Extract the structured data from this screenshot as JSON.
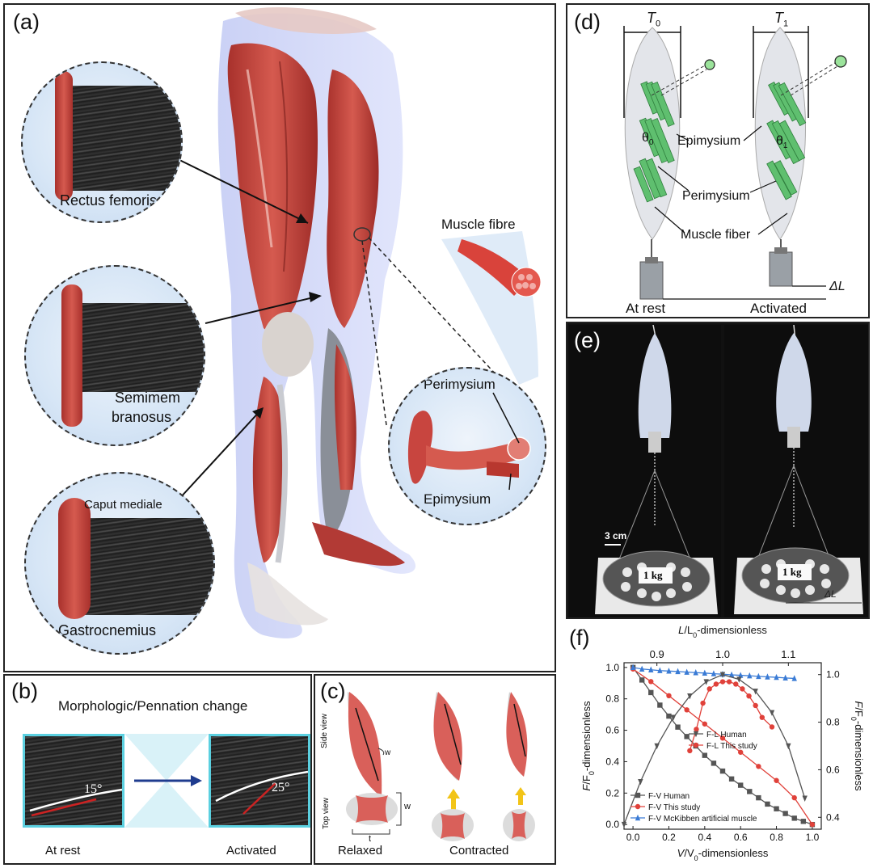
{
  "panels": {
    "a": {
      "label": "(a)",
      "insets": {
        "rectus": "Rectus femoris",
        "semi_line1": "Semimem",
        "semi_line2": "branosus",
        "caput": "Caput mediale",
        "gastro": "Gastrocnemius",
        "fibre": "Muscle fibre",
        "perimysium": "Perimysium",
        "epimysium": "Epimysium"
      }
    },
    "b": {
      "label": "(b)",
      "title": "Morphologic/Pennation change",
      "angle_rest": "15°",
      "angle_active": "25°",
      "caption_rest": "At rest",
      "caption_active": "Activated"
    },
    "c": {
      "label": "(c)",
      "side_view": "Side view",
      "top_view": "Top view",
      "w_side": "w",
      "w_top": "w",
      "t_top": "t",
      "relaxed": "Relaxed",
      "contracted": "Contracted"
    },
    "d": {
      "label": "(d)",
      "t0": "T",
      "t0_sub": "0",
      "t1": "T",
      "t1_sub": "1",
      "theta0": "θ",
      "theta0_sub": "0",
      "theta1": "θ",
      "theta1_sub": "1",
      "epimysium": "Epimysium",
      "perimysium": "Perimysium",
      "fiber": "Muscle fiber",
      "at_rest": "At rest",
      "activated": "Activated",
      "delta_l": "ΔL"
    },
    "e": {
      "label": "(e)",
      "scale": "3 cm",
      "weight_left": "1 kg",
      "weight_right": "1 kg",
      "delta_l": "ΔL"
    }
  },
  "colors": {
    "muscle": "#c8453f",
    "fiber_green": "#5fbf6f",
    "human_gray": "#555555",
    "study_red": "#e0413a",
    "mckibben_blue": "#3a7bd5",
    "us_frame": "#5bd0e0"
  },
  "chart_data": {
    "label": "(f)",
    "type": "line",
    "xlabel_bottom_var": "V",
    "xlabel_bottom_sub": "/V",
    "xlabel_bottom_sub0": "0",
    "xlabel_bottom_rest": "-dimensionless",
    "xlabel_top_var": "L",
    "xlabel_top_sub": "/L",
    "xlabel_top_sub0": "0",
    "xlabel_top_rest": "-dimensionless",
    "ylabel_left": "F/F0-dimensionless",
    "ylabel_right": "F/F0-dimensionless",
    "xlim_bottom": [
      -0.05,
      1.05
    ],
    "ylim_left": [
      -0.03,
      1.03
    ],
    "xlim_top": [
      0.85,
      1.15
    ],
    "ylim_right": [
      0.35,
      1.05
    ],
    "x_ticks_bottom": [
      "0.0",
      "0.2",
      "0.4",
      "0.6",
      "0.8",
      "1.0"
    ],
    "x_ticks_top": [
      "0.9",
      "1.0",
      "1.1"
    ],
    "y_ticks_left": [
      "0.0",
      "0.2",
      "0.4",
      "0.6",
      "0.8",
      "1.0"
    ],
    "y_ticks_right": [
      "0.4",
      "0.6",
      "0.8",
      "1.0"
    ],
    "legend_fl": [
      "F-L Human",
      "F-L This study"
    ],
    "legend_fv": [
      "F-V Human",
      "F-V This study",
      "F-V McKibben artificial muscle"
    ],
    "series": [
      {
        "name": "F-V Human",
        "axis": "bottom-left",
        "marker": "square",
        "color": "#555555",
        "x": [
          0.0,
          0.05,
          0.1,
          0.15,
          0.2,
          0.25,
          0.3,
          0.35,
          0.4,
          0.45,
          0.5,
          0.55,
          0.6,
          0.65,
          0.7,
          0.75,
          0.8,
          0.85,
          0.9,
          0.95,
          1.0
        ],
        "y": [
          1.0,
          0.92,
          0.84,
          0.76,
          0.69,
          0.62,
          0.56,
          0.5,
          0.44,
          0.39,
          0.34,
          0.29,
          0.25,
          0.21,
          0.17,
          0.13,
          0.1,
          0.07,
          0.04,
          0.02,
          0.0
        ]
      },
      {
        "name": "F-V This study",
        "axis": "bottom-left",
        "marker": "circle",
        "color": "#e0413a",
        "x": [
          0.0,
          0.1,
          0.2,
          0.3,
          0.4,
          0.5,
          0.6,
          0.7,
          0.8,
          0.9,
          1.0
        ],
        "y": [
          0.99,
          0.91,
          0.82,
          0.73,
          0.64,
          0.55,
          0.46,
          0.37,
          0.28,
          0.17,
          0.0
        ]
      },
      {
        "name": "F-V McKibben artificial muscle",
        "axis": "bottom-left",
        "marker": "triangle",
        "color": "#3a7bd5",
        "x": [
          0.0,
          0.05,
          0.1,
          0.15,
          0.2,
          0.25,
          0.3,
          0.35,
          0.4,
          0.45,
          0.5,
          0.55,
          0.6,
          0.65,
          0.7,
          0.75,
          0.8,
          0.85,
          0.9
        ],
        "y": [
          1.0,
          0.99,
          0.985,
          0.98,
          0.977,
          0.974,
          0.97,
          0.967,
          0.964,
          0.96,
          0.957,
          0.953,
          0.95,
          0.947,
          0.943,
          0.94,
          0.937,
          0.933,
          0.93
        ]
      },
      {
        "name": "F-L Human",
        "axis": "top-right",
        "marker": "triangle-down",
        "color": "#555555",
        "x": [
          0.85,
          0.875,
          0.9,
          0.925,
          0.95,
          0.975,
          1.0,
          1.025,
          1.05,
          1.075,
          1.1,
          1.125
        ],
        "y": [
          0.37,
          0.55,
          0.7,
          0.82,
          0.91,
          0.97,
          1.0,
          0.98,
          0.93,
          0.84,
          0.7,
          0.48
        ]
      },
      {
        "name": "F-L This study",
        "axis": "top-right",
        "marker": "circle",
        "color": "#e0413a",
        "x": [
          0.95,
          0.96,
          0.97,
          0.98,
          0.99,
          1.0,
          1.01,
          1.02,
          1.03,
          1.04,
          1.05,
          1.06,
          1.075
        ],
        "y": [
          0.68,
          0.77,
          0.88,
          0.94,
          0.96,
          0.97,
          0.97,
          0.96,
          0.94,
          0.91,
          0.87,
          0.82,
          0.78
        ]
      }
    ]
  }
}
